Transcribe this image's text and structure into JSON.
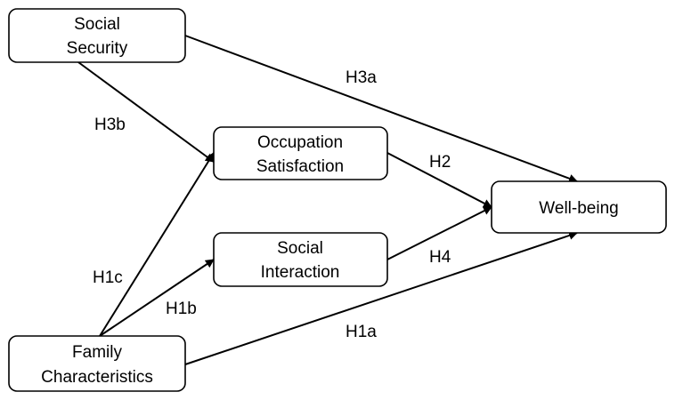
{
  "nodes": {
    "social_security": {
      "line1": "Social",
      "line2": "Security"
    },
    "occupation_satisfaction": {
      "line1": "Occupation",
      "line2": "Satisfaction"
    },
    "social_interaction": {
      "line1": "Social",
      "line2": "Interaction"
    },
    "well_being": {
      "line1": "Well-being"
    },
    "family_characteristics": {
      "line1": "Family",
      "line2": "Characteristics"
    }
  },
  "edges": {
    "h3a": "H3a",
    "h3b": "H3b",
    "h2": "H2",
    "h4": "H4",
    "h1a": "H1a",
    "h1b": "H1b",
    "h1c": "H1c"
  },
  "colors": {
    "stroke": "#000000",
    "background": "#ffffff"
  }
}
